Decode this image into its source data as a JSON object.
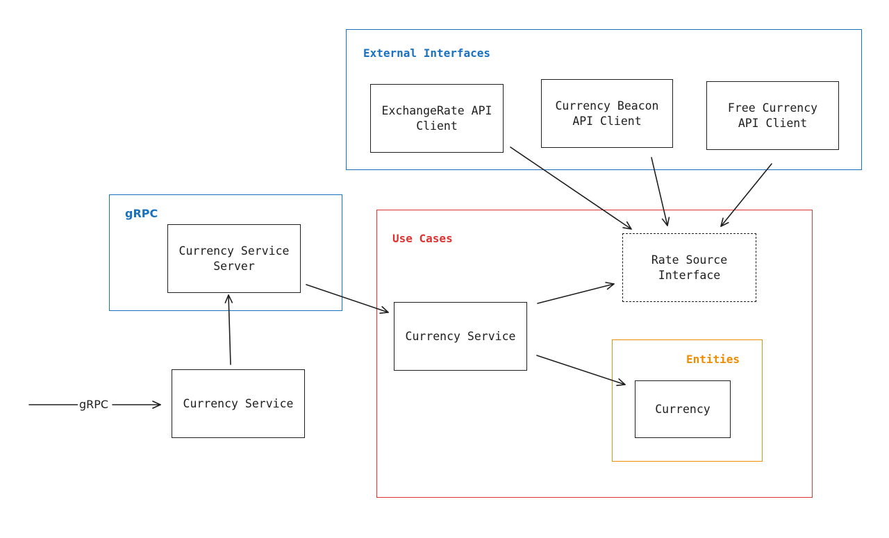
{
  "colors": {
    "external": "#1971c2",
    "grpc": "#1971c2",
    "usecases": "#e03131",
    "entities": "#f08c00",
    "stroke": "#1e1e1e"
  },
  "regions": {
    "external": {
      "label": "External Interfaces"
    },
    "grpc": {
      "label": "gRPC"
    },
    "usecases": {
      "label": "Use Cases"
    },
    "entities": {
      "label": "Entities"
    }
  },
  "nodes": {
    "exchangerate_client": "ExchangeRate API\nClient",
    "currency_beacon_client": "Currency Beacon\nAPI Client",
    "free_currency_client": "Free Currency\nAPI Client",
    "grpc_server": "Currency Service\nServer",
    "rate_source_interface": "Rate Source\nInterface",
    "usecase_currency_service": "Currency Service",
    "entrypoint_currency_service": "Currency Service",
    "currency_entity": "Currency"
  },
  "edges": {
    "incoming_label": "gRPC"
  }
}
